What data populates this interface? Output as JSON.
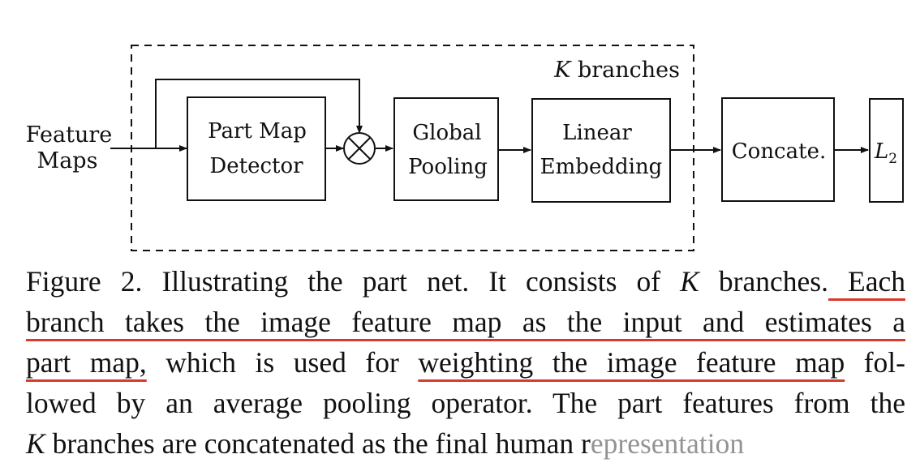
{
  "diagram": {
    "input_label_1": "Feature",
    "input_label_2": "Maps",
    "branches_k": "K",
    "branches_word": "branches",
    "box_part_map_1": "Part Map",
    "box_part_map_2": "Detector",
    "multiply_symbol": "⊗",
    "box_global_1": "Global",
    "box_global_2": "Pooling",
    "box_linear_1": "Linear",
    "box_linear_2": "Embedding",
    "box_concat": "Concate.",
    "box_l2_letter": "L",
    "box_l2_sub": "2"
  },
  "caption": {
    "line1_a": "Figure 2. Illustrating the part net. It consists of ",
    "line1_k": "K",
    "line1_b": " branches.",
    "line1_c": " Each",
    "line2": "branch takes the image feature map as the input and estimates a",
    "line3_a": "part map,",
    "line3_b": " which is used for ",
    "line3_c": "weighting the image feature map",
    "line3_d": " fol-",
    "line4": "lowed by an average pooling operator. The part features from the",
    "line5_k": "K",
    "line5_a": " branches are concatenated as the final human r",
    "line5_b": "epresentation"
  },
  "colors": {
    "underline": "#d93a2b",
    "stroke": "#111111"
  }
}
